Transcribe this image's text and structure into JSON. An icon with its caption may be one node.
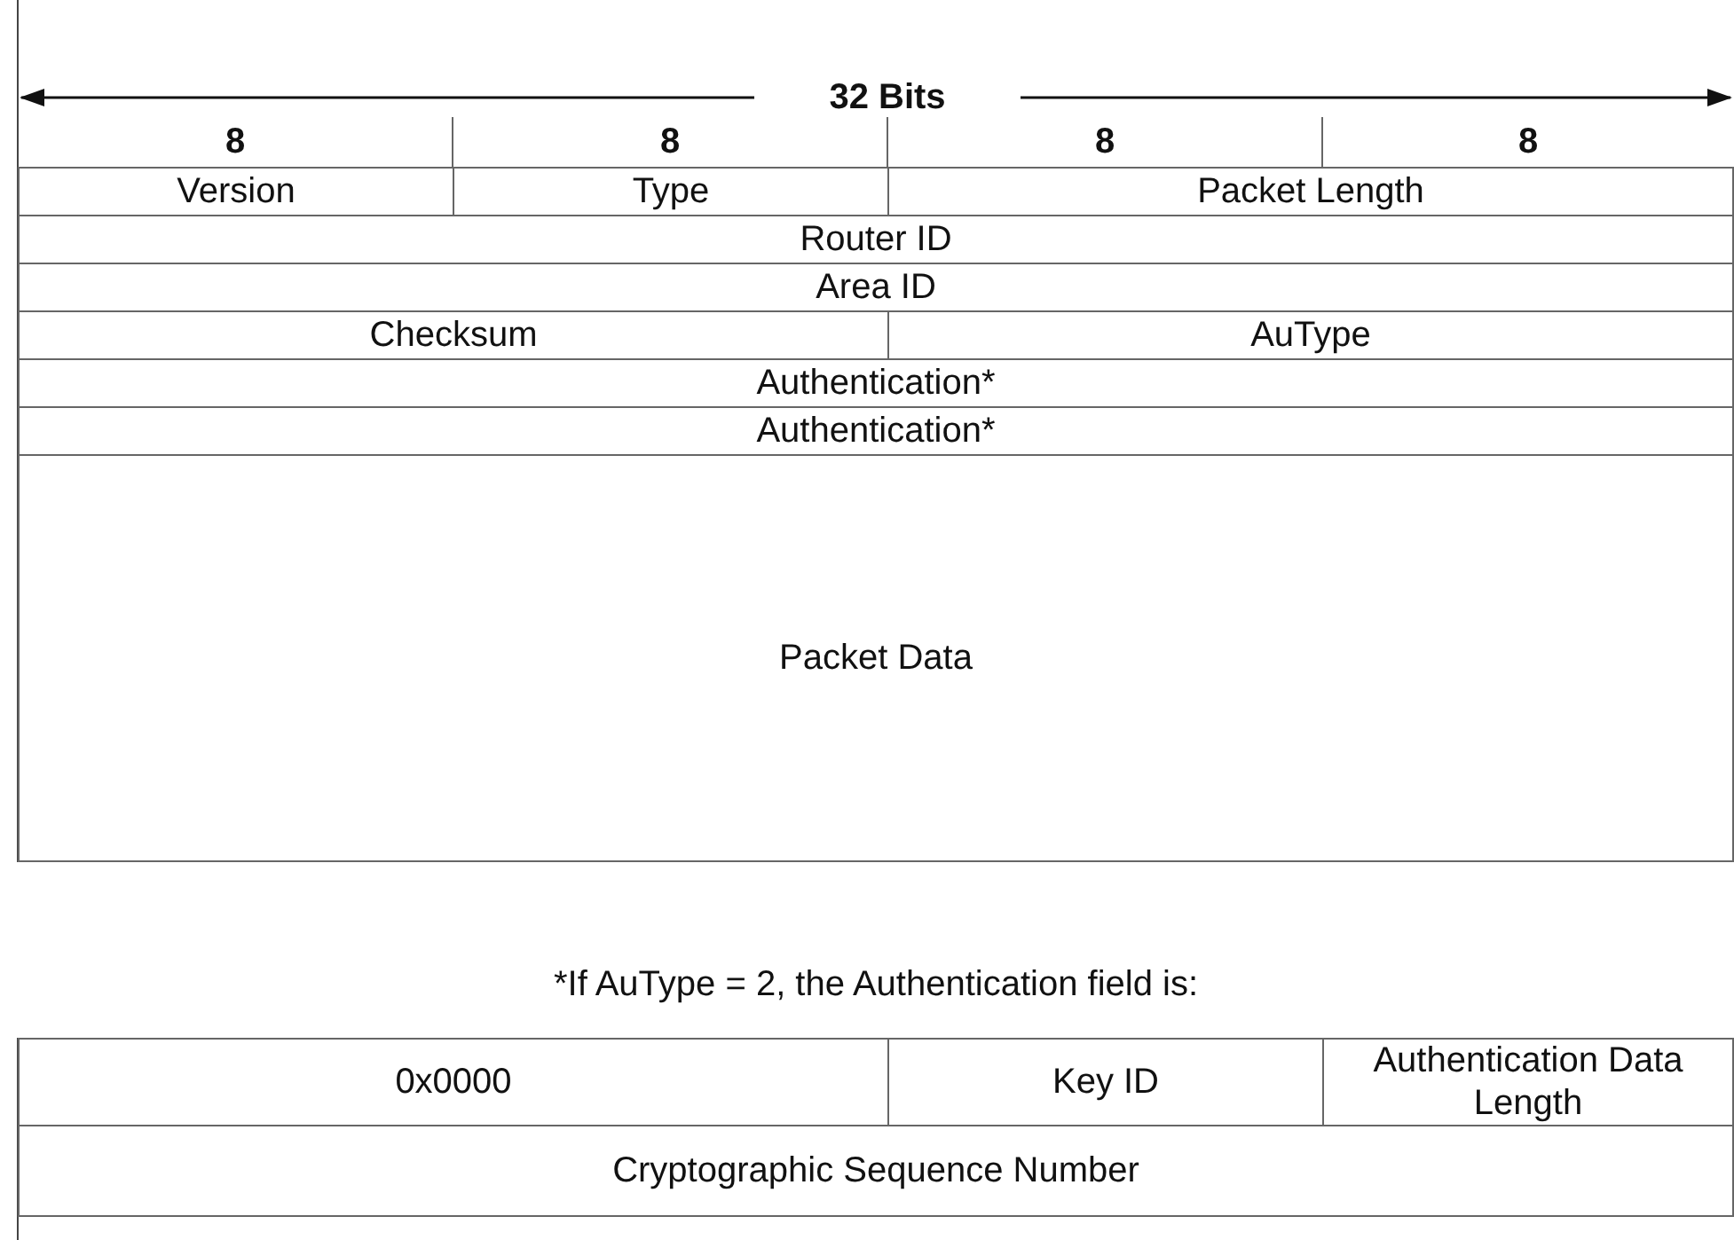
{
  "diagram": {
    "labels": [
      "32 Bits",
      "8",
      "8",
      "8",
      "8",
      "Version",
      "Type",
      "Packet Length",
      "Router ID",
      "Area ID",
      "Checksum",
      "AuType",
      "Authentication*",
      "Authentication*",
      "Packet Data",
      "*If AuType = 2, the Authentication field is:",
      "0x0000",
      "Key ID",
      "Authentication Data Length",
      "Cryptographic Sequence Number"
    ]
  }
}
